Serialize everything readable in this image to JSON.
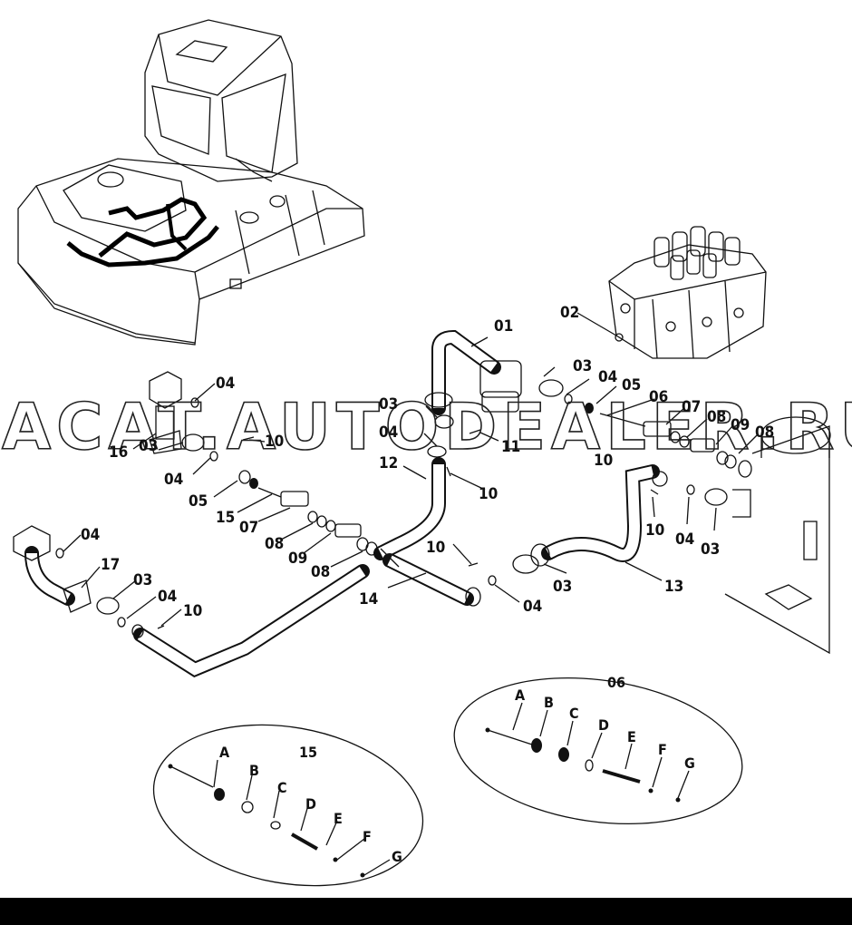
{
  "watermark": "ACAT.AUTODEALER.RU",
  "callouts": [
    {
      "id": "c01",
      "text": "01"
    },
    {
      "id": "c02",
      "text": "02"
    },
    {
      "id": "c03a",
      "text": "03"
    },
    {
      "id": "c04a",
      "text": "04"
    },
    {
      "id": "c05a",
      "text": "05"
    },
    {
      "id": "c06a",
      "text": "06"
    },
    {
      "id": "c07a",
      "text": "07"
    },
    {
      "id": "c08a",
      "text": "08"
    },
    {
      "id": "c09a",
      "text": "09"
    },
    {
      "id": "c08b",
      "text": "08"
    },
    {
      "id": "c03b",
      "text": "03"
    },
    {
      "id": "c04b",
      "text": "04"
    },
    {
      "id": "c11",
      "text": "11"
    },
    {
      "id": "c12",
      "text": "12"
    },
    {
      "id": "c10a",
      "text": "10"
    },
    {
      "id": "c10b",
      "text": "10"
    },
    {
      "id": "c04c",
      "text": "04"
    },
    {
      "id": "c16",
      "text": "16"
    },
    {
      "id": "c03c",
      "text": "03"
    },
    {
      "id": "c10c",
      "text": "10"
    },
    {
      "id": "c04d",
      "text": "04"
    },
    {
      "id": "c05b",
      "text": "05"
    },
    {
      "id": "c15",
      "text": "15"
    },
    {
      "id": "c07b",
      "text": "07"
    },
    {
      "id": "c08c",
      "text": "08"
    },
    {
      "id": "c09b",
      "text": "09"
    },
    {
      "id": "c08d",
      "text": "08"
    },
    {
      "id": "c10d",
      "text": "10"
    },
    {
      "id": "c04e",
      "text": "04"
    },
    {
      "id": "c03d",
      "text": "03"
    },
    {
      "id": "c13",
      "text": "13"
    },
    {
      "id": "c10e",
      "text": "10"
    },
    {
      "id": "c14",
      "text": "14"
    },
    {
      "id": "c03e",
      "text": "03"
    },
    {
      "id": "c04f",
      "text": "04"
    },
    {
      "id": "c04g",
      "text": "04"
    },
    {
      "id": "c17",
      "text": "17"
    },
    {
      "id": "c03f",
      "text": "03"
    },
    {
      "id": "c04h",
      "text": "04"
    },
    {
      "id": "c10f",
      "text": "10"
    }
  ],
  "detail_06": {
    "title": "06",
    "letters": [
      "A",
      "B",
      "C",
      "D",
      "E",
      "F",
      "G"
    ]
  },
  "detail_15": {
    "title": "15",
    "letters": [
      "A",
      "B",
      "C",
      "D",
      "E",
      "F",
      "G"
    ]
  }
}
